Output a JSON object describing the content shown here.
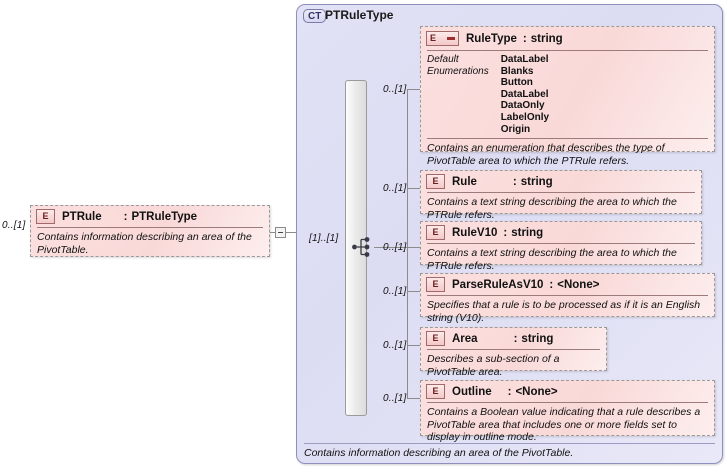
{
  "diagram": {
    "kind": "xsd-schema-element-diagram",
    "root_element": {
      "multiplicity": "0..[1]",
      "icon": "element-icon",
      "badge": "E",
      "name": "PTRule",
      "type_separator": ":",
      "type": "PTRuleType",
      "annotation": "Contains information describing an area of the PivotTable."
    },
    "complex_type": {
      "badge": "CT",
      "title": "PTRuleType",
      "annotation": "Contains information describing an area of the PivotTable.",
      "compositor": {
        "kind": "sequence",
        "multiplicity": "[1]..[1]"
      },
      "children": [
        {
          "multiplicity": "0..[1]",
          "badge": "E",
          "has_facet_marker": true,
          "name": "RuleType",
          "type_separator": ":",
          "type": "string",
          "facets": [
            {
              "key": "Default",
              "values": [
                "DataLabel"
              ]
            },
            {
              "key": "Enumerations",
              "values": [
                "Blanks",
                "Button",
                "DataLabel",
                "DataOnly",
                "LabelOnly",
                "Origin"
              ]
            }
          ],
          "annotation": "Contains an enumeration that describes the type of PivotTable area to which the PTRule refers."
        },
        {
          "multiplicity": "0..[1]",
          "badge": "E",
          "has_facet_marker": false,
          "name": "Rule",
          "type_separator": ":",
          "type": "string",
          "facets": [],
          "annotation": "Contains a text string describing the area to which the PTRule refers."
        },
        {
          "multiplicity": "0..[1]",
          "badge": "E",
          "has_facet_marker": false,
          "name": "RuleV10",
          "type_separator": ":",
          "type": "string",
          "facets": [],
          "annotation": "Contains a text string describing the area to which the PTRule refers."
        },
        {
          "multiplicity": "0..[1]",
          "badge": "E",
          "has_facet_marker": false,
          "name": "ParseRuleAsV10",
          "type_separator": ":",
          "type": "<None>",
          "facets": [],
          "annotation": "Specifies that a rule is to be processed as if it is an English string (V10)."
        },
        {
          "multiplicity": "0..[1]",
          "badge": "E",
          "has_facet_marker": false,
          "name": "Area",
          "type_separator": ":",
          "type": "string",
          "facets": [],
          "annotation": "Describes a sub-section of a PivotTable area."
        },
        {
          "multiplicity": "0..[1]",
          "badge": "E",
          "has_facet_marker": false,
          "name": "Outline",
          "type_separator": ":",
          "type": "<None>",
          "facets": [],
          "annotation": "Contains a Boolean value indicating that a rule describes a PivotTable area that includes one or more fields set to display in outline mode."
        }
      ]
    },
    "colors": {
      "element_fill": "#fadcdc",
      "element_border": "#9a9a9a",
      "complextype_fill": "#e0e0f5",
      "complextype_border": "#8f8fbe",
      "connector": "#8b8b8b",
      "badge_text": "#6b2020"
    }
  }
}
